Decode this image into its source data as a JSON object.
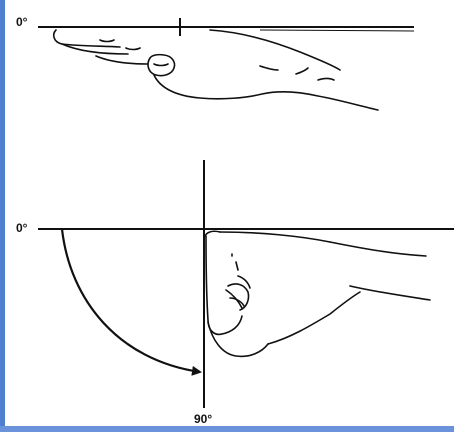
{
  "top_diagram": {
    "zero_label": "0°"
  },
  "bottom_diagram": {
    "zero_label": "0°",
    "ninety_label": "90°"
  },
  "colors": {
    "frame_accent": "#4f7fd0",
    "ink": "#111111"
  }
}
